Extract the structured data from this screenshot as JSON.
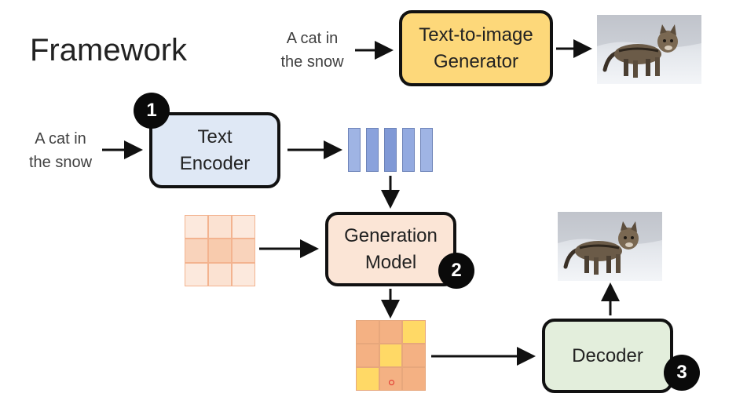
{
  "title": "Framework",
  "top_flow": {
    "input_line1": "A cat in",
    "input_line2": "the snow",
    "generator_line1": "Text-to-image",
    "generator_line2": "Generator"
  },
  "main_flow": {
    "input_line1": "A cat in",
    "input_line2": "the snow",
    "encoder_line1": "Text",
    "encoder_line2": "Encoder",
    "generation_line1": "Generation",
    "generation_line2": "Model",
    "decoder": "Decoder"
  },
  "badges": {
    "one": "1",
    "two": "2",
    "three": "3"
  },
  "colors": {
    "generator_fill": "#fdd87a",
    "encoder_fill": "#dfe8f5",
    "generation_fill": "#fbe5d6",
    "decoder_fill": "#e3eedc",
    "embedding_bar": "#8fa7de",
    "noise_cell": "#fce4d6",
    "noise_cell_center": "#f8cbad",
    "latent_orange": "#f4b183",
    "latent_yellow": "#ffd966"
  },
  "icons": {
    "output_image_top": "cat-in-snow-photo",
    "output_image_bottom": "cat-in-snow-photo"
  }
}
